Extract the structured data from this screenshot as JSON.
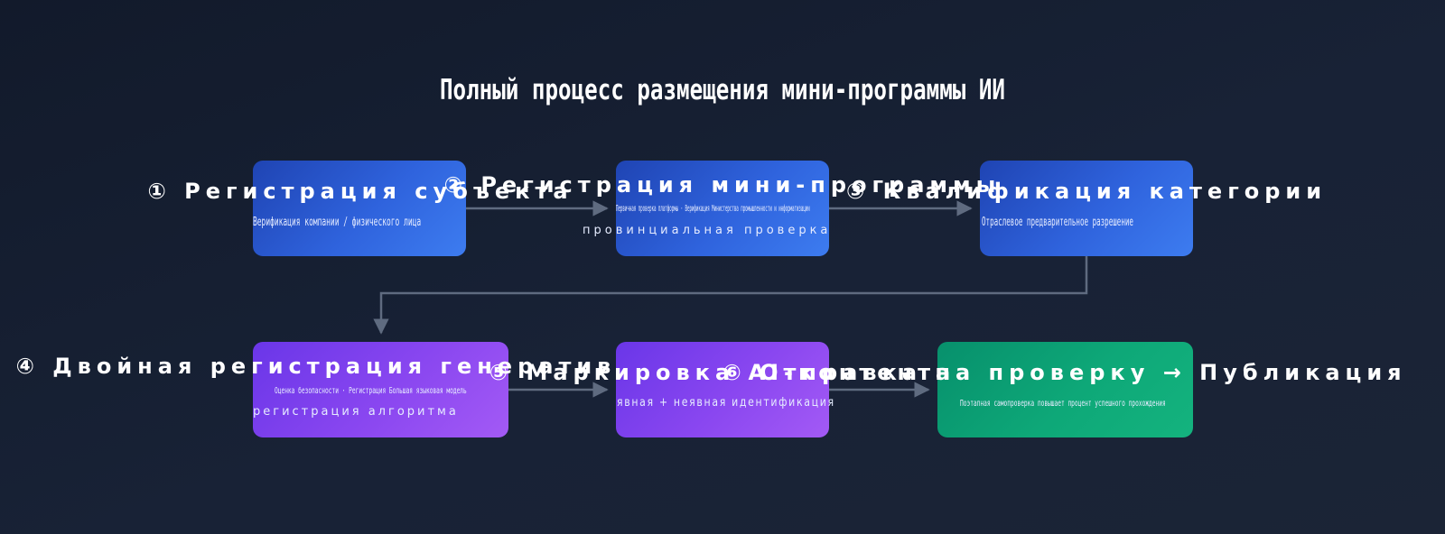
{
  "diagram": {
    "title": "Полный процесс размещения мини-программы ИИ",
    "steps": [
      {
        "label": "① Регистрация субъекта",
        "details": [
          "Верификация компании / физического лица"
        ]
      },
      {
        "label": "② Регистрация мини-программы",
        "details": [
          "Первичная проверка платформы · Верификация Министерства промышленности и информатизации",
          "провинциальная проверка"
        ]
      },
      {
        "label": "③ Квалификация категории",
        "details": [
          "Отраслевое предварительное разрешение"
        ]
      },
      {
        "label": "④ Двойная регистрация генератив",
        "details": [
          "Оценка безопасности · Регистрация Большая языковая модель",
          "регистрация алгоритма"
        ]
      },
      {
        "label": "⑤ Маркировка AI-контента",
        "details": [
          "явная + неявная идентификация"
        ]
      },
      {
        "label": "⑥ Отправка на проверку → Публикация",
        "details": [
          "Поэтапная самопроверка повышает процент успешного прохождения"
        ]
      }
    ],
    "colors": {
      "background": "#151c2c",
      "stage_blue": "#2f63dd",
      "stage_purple": "#8a47f0",
      "stage_green": "#0ea878",
      "connector": "#5f6b80"
    }
  }
}
